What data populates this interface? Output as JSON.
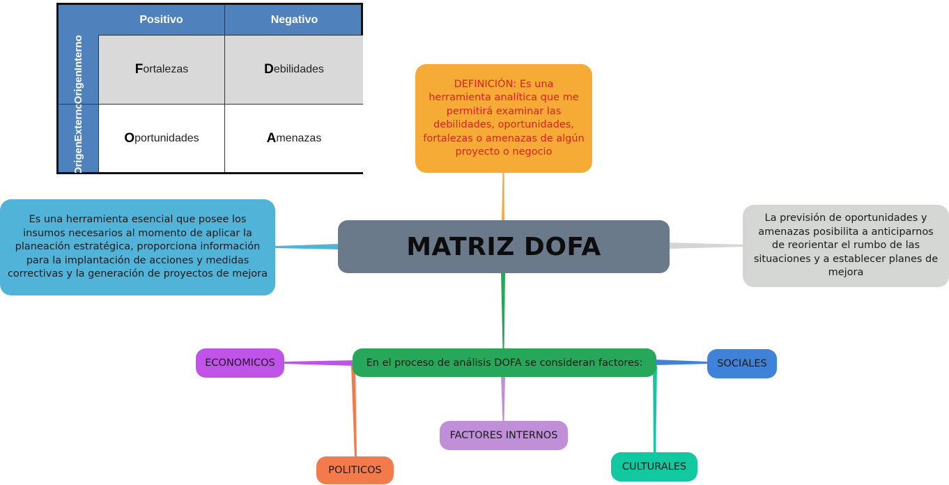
{
  "swot_table": {
    "headers": {
      "positive": "Positivo",
      "negative": "Negativo"
    },
    "rows": [
      {
        "label_line1": "Origen",
        "label_line2": "Interno"
      },
      {
        "label_line1": "Origen",
        "label_line2": "Externo"
      }
    ],
    "cells": {
      "fortalezas": {
        "initial": "F",
        "rest": "ortalezas"
      },
      "debilidades": {
        "initial": "D",
        "rest": "ebilidades"
      },
      "oportunidades": {
        "initial": "O",
        "rest": "portunidades"
      },
      "amenazas": {
        "initial": "A",
        "rest": "menazas"
      }
    },
    "colors": {
      "header": "#4f81bd",
      "internal_row": "#d9d9d9",
      "external_row": "#ffffff"
    }
  },
  "mindmap": {
    "central": {
      "title": "MATRIZ DOFA",
      "color": "#6b7a8b"
    },
    "definition": {
      "text": "DEFINICIÓN: Es una herramienta analítica que me permitirá examinar las debilidades, oportunidades, fortalezas o amenazas de algún proyecto o negocio",
      "color": "#f5ab35",
      "text_color": "#d7221f"
    },
    "left_description": {
      "text": "Es una herramienta esencial que posee los insumos necesarios al momento de aplicar la planeación estratégica, proporciona información para la implantación de acciones y medidas correctivas y la generación de proyectos de mejora",
      "color": "#52b3d9"
    },
    "right_description": {
      "text": "La previsión de oportunidades y amenazas posibilita a anticiparnos de reorientar el rumbo de las situaciones y a establecer planes de mejora",
      "color": "#d3d6d3"
    },
    "factors": {
      "text": "En el proceso de análisis DOFA se consideran factores:",
      "color": "#27a75a",
      "items": [
        {
          "label": "ECONOMICOS",
          "color": "#c054e8"
        },
        {
          "label": "SOCIALES",
          "color": "#3f82d9"
        },
        {
          "label": "FACTORES INTERNOS",
          "color": "#bf8fd7"
        },
        {
          "label": "POLITICOS",
          "color": "#f37a4a"
        },
        {
          "label": "CULTURALES",
          "color": "#12c8a0"
        }
      ]
    }
  }
}
